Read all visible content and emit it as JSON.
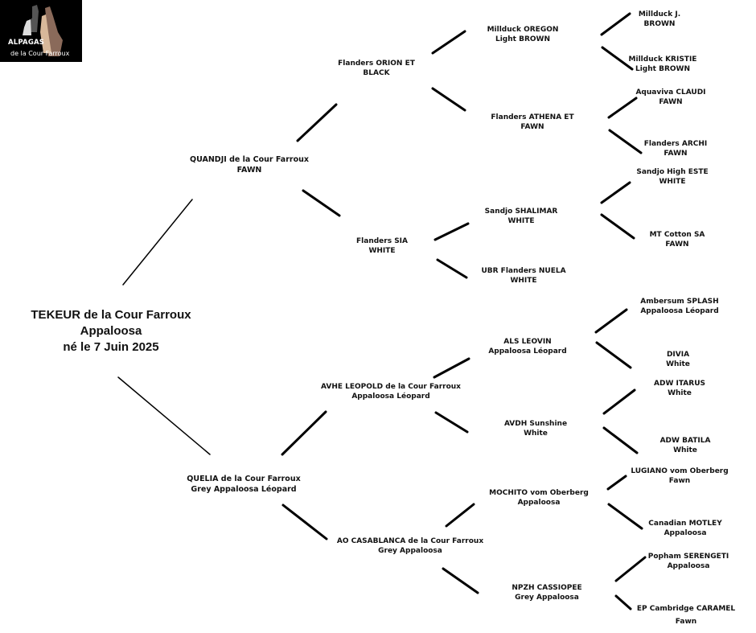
{
  "logo": {
    "line1": "ALPAGAS",
    "line2": "de la Cour Farroux"
  },
  "root": {
    "name": "TEKEUR de la Cour Farroux",
    "color": "Appaloosa",
    "birth": "né le 7 Juin 2025"
  },
  "sire": {
    "name": "QUANDJI  de la Cour Farroux",
    "color": "FAWN",
    "sire": {
      "name": "Flanders ORION ET",
      "color": "BLACK",
      "sire": {
        "name": "Millduck  OREGON",
        "color": "Light  BROWN",
        "sire": {
          "name": "Millduck  J.",
          "color": "BROWN"
        },
        "dam": {
          "name": "Millduck KRISTIE",
          "color": "Light BROWN"
        }
      },
      "dam": {
        "name": "Flanders ATHENA ET",
        "color": "FAWN",
        "sire": {
          "name": "Aquaviva CLAUDI",
          "color": "FAWN"
        },
        "dam": {
          "name": "Flanders ARCHI",
          "color": "FAWN"
        }
      }
    },
    "dam": {
      "name": "Flanders SIA",
      "color": "WHITE",
      "sire": {
        "name": "Sandjo SHALIMAR",
        "color": "WHITE",
        "sire": {
          "name": "Sandjo High ESTE",
          "color": "WHITE"
        },
        "dam": {
          "name": "MT Cotton SA",
          "color": "FAWN"
        }
      },
      "dam": {
        "name": "UBR Flanders NUELA",
        "color": "WHITE"
      }
    }
  },
  "dam": {
    "name": "QUELIA de la Cour Farroux",
    "color": "Grey Appaloosa Léopard",
    "sire": {
      "name": "AVHE LEOPOLD de la Cour Farroux",
      "color": "Appaloosa Léopard",
      "sire": {
        "name": "ALS  LEOVIN",
        "color": "Appaloosa Léopard",
        "sire": {
          "name": "Ambersum SPLASH",
          "color": "Appaloosa Léopard"
        },
        "dam": {
          "name": "DIVIA",
          "color": "White"
        }
      },
      "dam": {
        "name": "AVDH  Sunshine",
        "color": "White",
        "sire": {
          "name": "ADW ITARUS",
          "color": "White"
        },
        "dam": {
          "name": "ADW   BATILA",
          "color": "White"
        }
      }
    },
    "dam": {
      "name": "AO   CASABLANCA de la Cour Farroux",
      "color": "Grey Appaloosa",
      "sire": {
        "name": "MOCHITO vom Oberberg",
        "color": "Appaloosa",
        "sire": {
          "name": "LUGIANO vom Oberberg",
          "color": "Fawn"
        },
        "dam": {
          "name": "Canadian MOTLEY",
          "color": "Appaloosa"
        }
      },
      "dam": {
        "name": "NPZH  CASSIOPEE",
        "color": "Grey Appaloosa",
        "sire": {
          "name": "Popham SERENGETI",
          "color": "Appaloosa"
        },
        "dam": {
          "name": "EP Cambridge CARAMEL",
          "color": "Fawn"
        }
      }
    }
  }
}
